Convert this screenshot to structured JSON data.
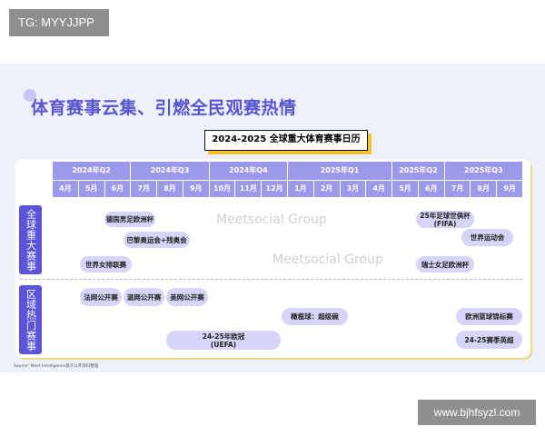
{
  "tag": "TG: MYYJJPP",
  "url": "www.bjhfsyzl.com",
  "title": "体育赛事云集、引燃全民观赛热情",
  "calendar_title": "2024-2025 全球重大体育赛事日历",
  "quarters": [
    {
      "label": "2024年Q2",
      "span": 3
    },
    {
      "label": "2024年Q3",
      "span": 3
    },
    {
      "label": "2024年Q4",
      "span": 3
    },
    {
      "label": "2025年Q1",
      "span": 4
    },
    {
      "label": "2025年Q2",
      "span": 2
    },
    {
      "label": "2025年Q3",
      "span": 3
    }
  ],
  "months": [
    "4月",
    "5月",
    "6月",
    "7月",
    "8月",
    "9月",
    "10月",
    "11月",
    "12月",
    "1月",
    "2月",
    "3月",
    "4月",
    "5月",
    "6月",
    "7月",
    "8月",
    "9月"
  ],
  "sections": {
    "global": "全球重大赛事",
    "regional": "区域热门赛事"
  },
  "events": {
    "euro": "德国男足欧洲杯",
    "paris": "巴黎奥运会+残奥会",
    "vnl": "世界女排联赛",
    "cwc": "25年足球世俱杯\n(FIFA)",
    "worldgames": "世界运动会",
    "weuro": "瑞士女足欧洲杯",
    "rg": "法网公开赛",
    "wim": "温网公开赛",
    "uso": "美网公开赛",
    "sb": "橄榄球：超级碗",
    "ucl": "24-25年欧冠\n(UEFA)",
    "eurobasket": "欧洲篮球锦标赛",
    "epl": "24-25赛季英超"
  },
  "watermark": "Meetsocial Group",
  "source": "Source: Meet Intelligence基于公开资料整理",
  "colors": {
    "header": "#9c98ea",
    "side": "#5b54d9",
    "pill": "#d6d4f7",
    "title": "#5a55d0",
    "shadow": "#f2c230"
  }
}
